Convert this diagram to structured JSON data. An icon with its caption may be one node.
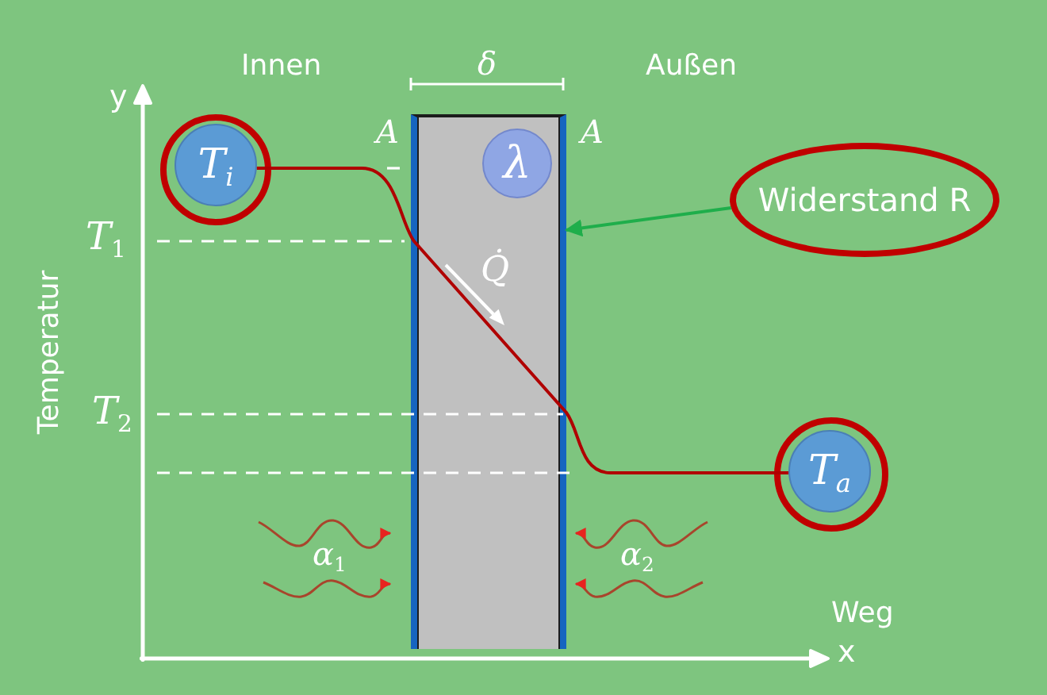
{
  "diagram": {
    "nodes": [
      {
        "text": [
          "T$_{i}$"
        ]
      },
      {
        "text": [],
        "shape": "box"
      },
      {
        "text": [
          "λ"
        ],
        "in": 1
      },
      {
        "text": [
          "Widerstand R"
        ]
      },
      {
        "text": [
          "T$_{a}$"
        ]
      }
    ],
    "edges": [
      {
        "from": 3,
        "to": 1,
        "arrow": "to",
        "color": "#1fae4b"
      },
      {
        "from": 0,
        "to": 4,
        "arrow": "none",
        "color": "#b00000"
      }
    ],
    "labels": [
      "Innen",
      "δ",
      "Außen",
      "y",
      "A",
      "A",
      "*T*$_{1}$",
      "Q̇",
      "Temperatur",
      "*T*$_{2}$",
      "*α*$_{1}$",
      "*α*$_{2}$",
      "Weg",
      "x"
    ]
  }
}
